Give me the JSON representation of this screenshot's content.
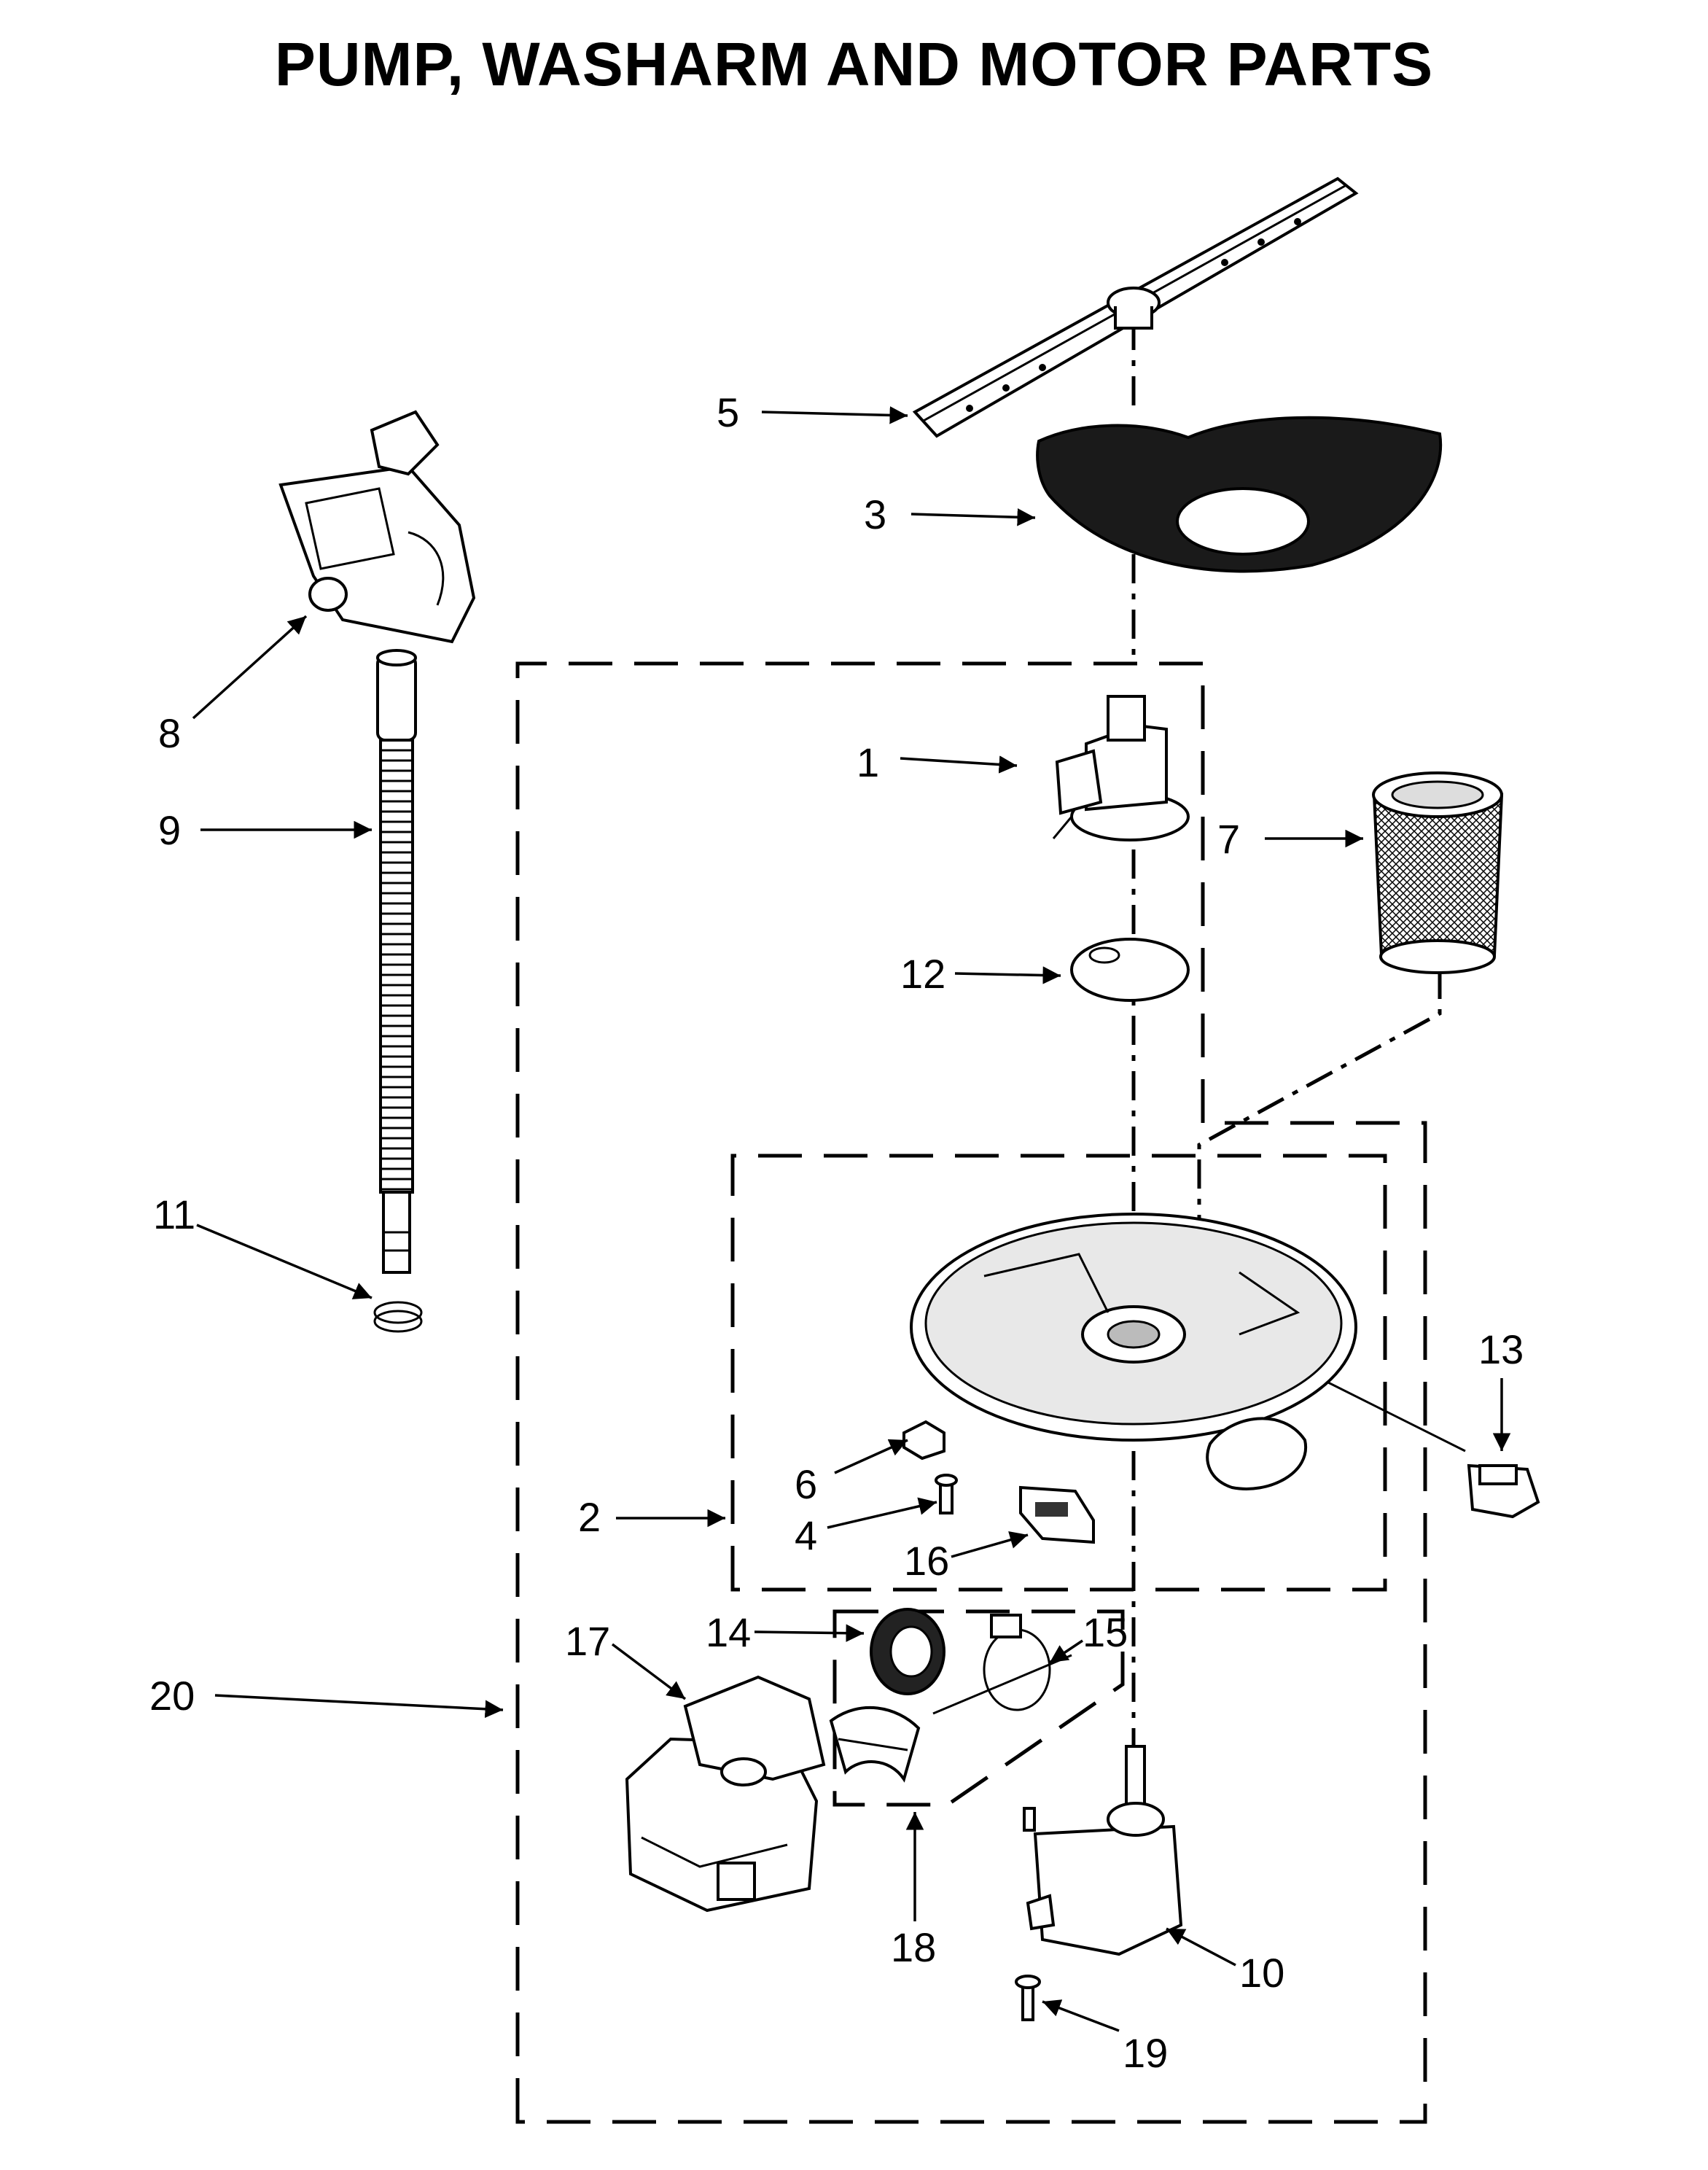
{
  "title": "PUMP, WASHARM AND MOTOR PARTS",
  "callouts": [
    "1",
    "2",
    "3",
    "4",
    "5",
    "6",
    "7",
    "8",
    "9",
    "10",
    "11",
    "12",
    "13",
    "14",
    "15",
    "16",
    "17",
    "18",
    "19",
    "20"
  ]
}
